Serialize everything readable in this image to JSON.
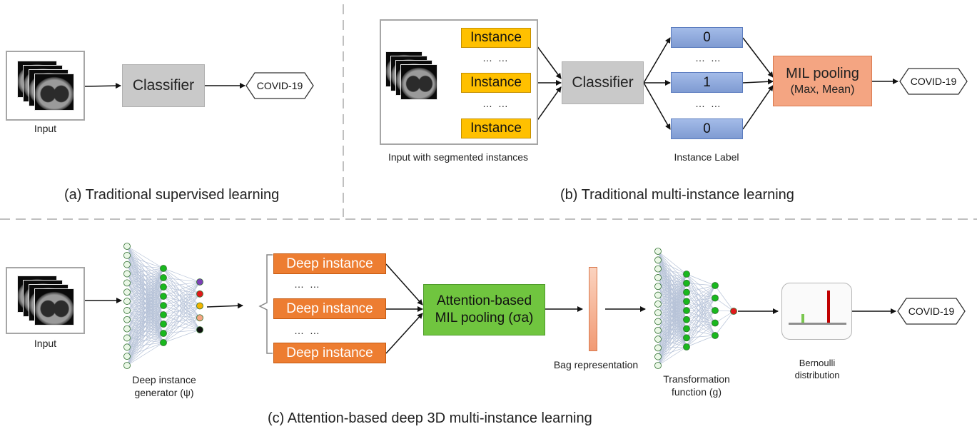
{
  "panel_a": {
    "input_label": "Input",
    "classifier_label": "Classifier",
    "output_label": "COVID-19",
    "caption": "(a) Traditional supervised learning"
  },
  "panel_b": {
    "instances": [
      "Instance",
      "Instance",
      "Instance"
    ],
    "ellipsis": "… …",
    "input_label": "Input with segmented instances",
    "classifier_label": "Classifier",
    "instance_labels": [
      "0",
      "1",
      "0"
    ],
    "instance_label_caption": "Instance Label",
    "pooling_title": "MIL pooling",
    "pooling_subtitle": "(Max, Mean)",
    "output_label": "COVID-19",
    "caption": "(b) Traditional multi-instance learning"
  },
  "panel_c": {
    "input_label": "Input",
    "generator_label_line1": "Deep instance",
    "generator_label_line2": "generator (ψ)",
    "deep_instances": [
      "Deep instance",
      "Deep instance",
      "Deep instance"
    ],
    "ellipsis": "… …",
    "attention_line1": "Attention-based",
    "attention_line2": "MIL pooling (σa)",
    "bag_label": "Bag representation",
    "transform_label_line1": "Transformation",
    "transform_label_line2": "function (g)",
    "bernoulli_line1": "Bernoulli",
    "bernoulli_line2": "distribution",
    "output_label": "COVID-19",
    "caption": "(c) Attention-based deep 3D multi-instance learning"
  },
  "colors": {
    "instance": "#ffc000",
    "label_box": "#8fa9dc",
    "deep_instance": "#ed7d31",
    "attention": "#70c53f",
    "pooling": "#f4a582",
    "node_green": "#19b81e",
    "divider": "#c0c0c0"
  }
}
